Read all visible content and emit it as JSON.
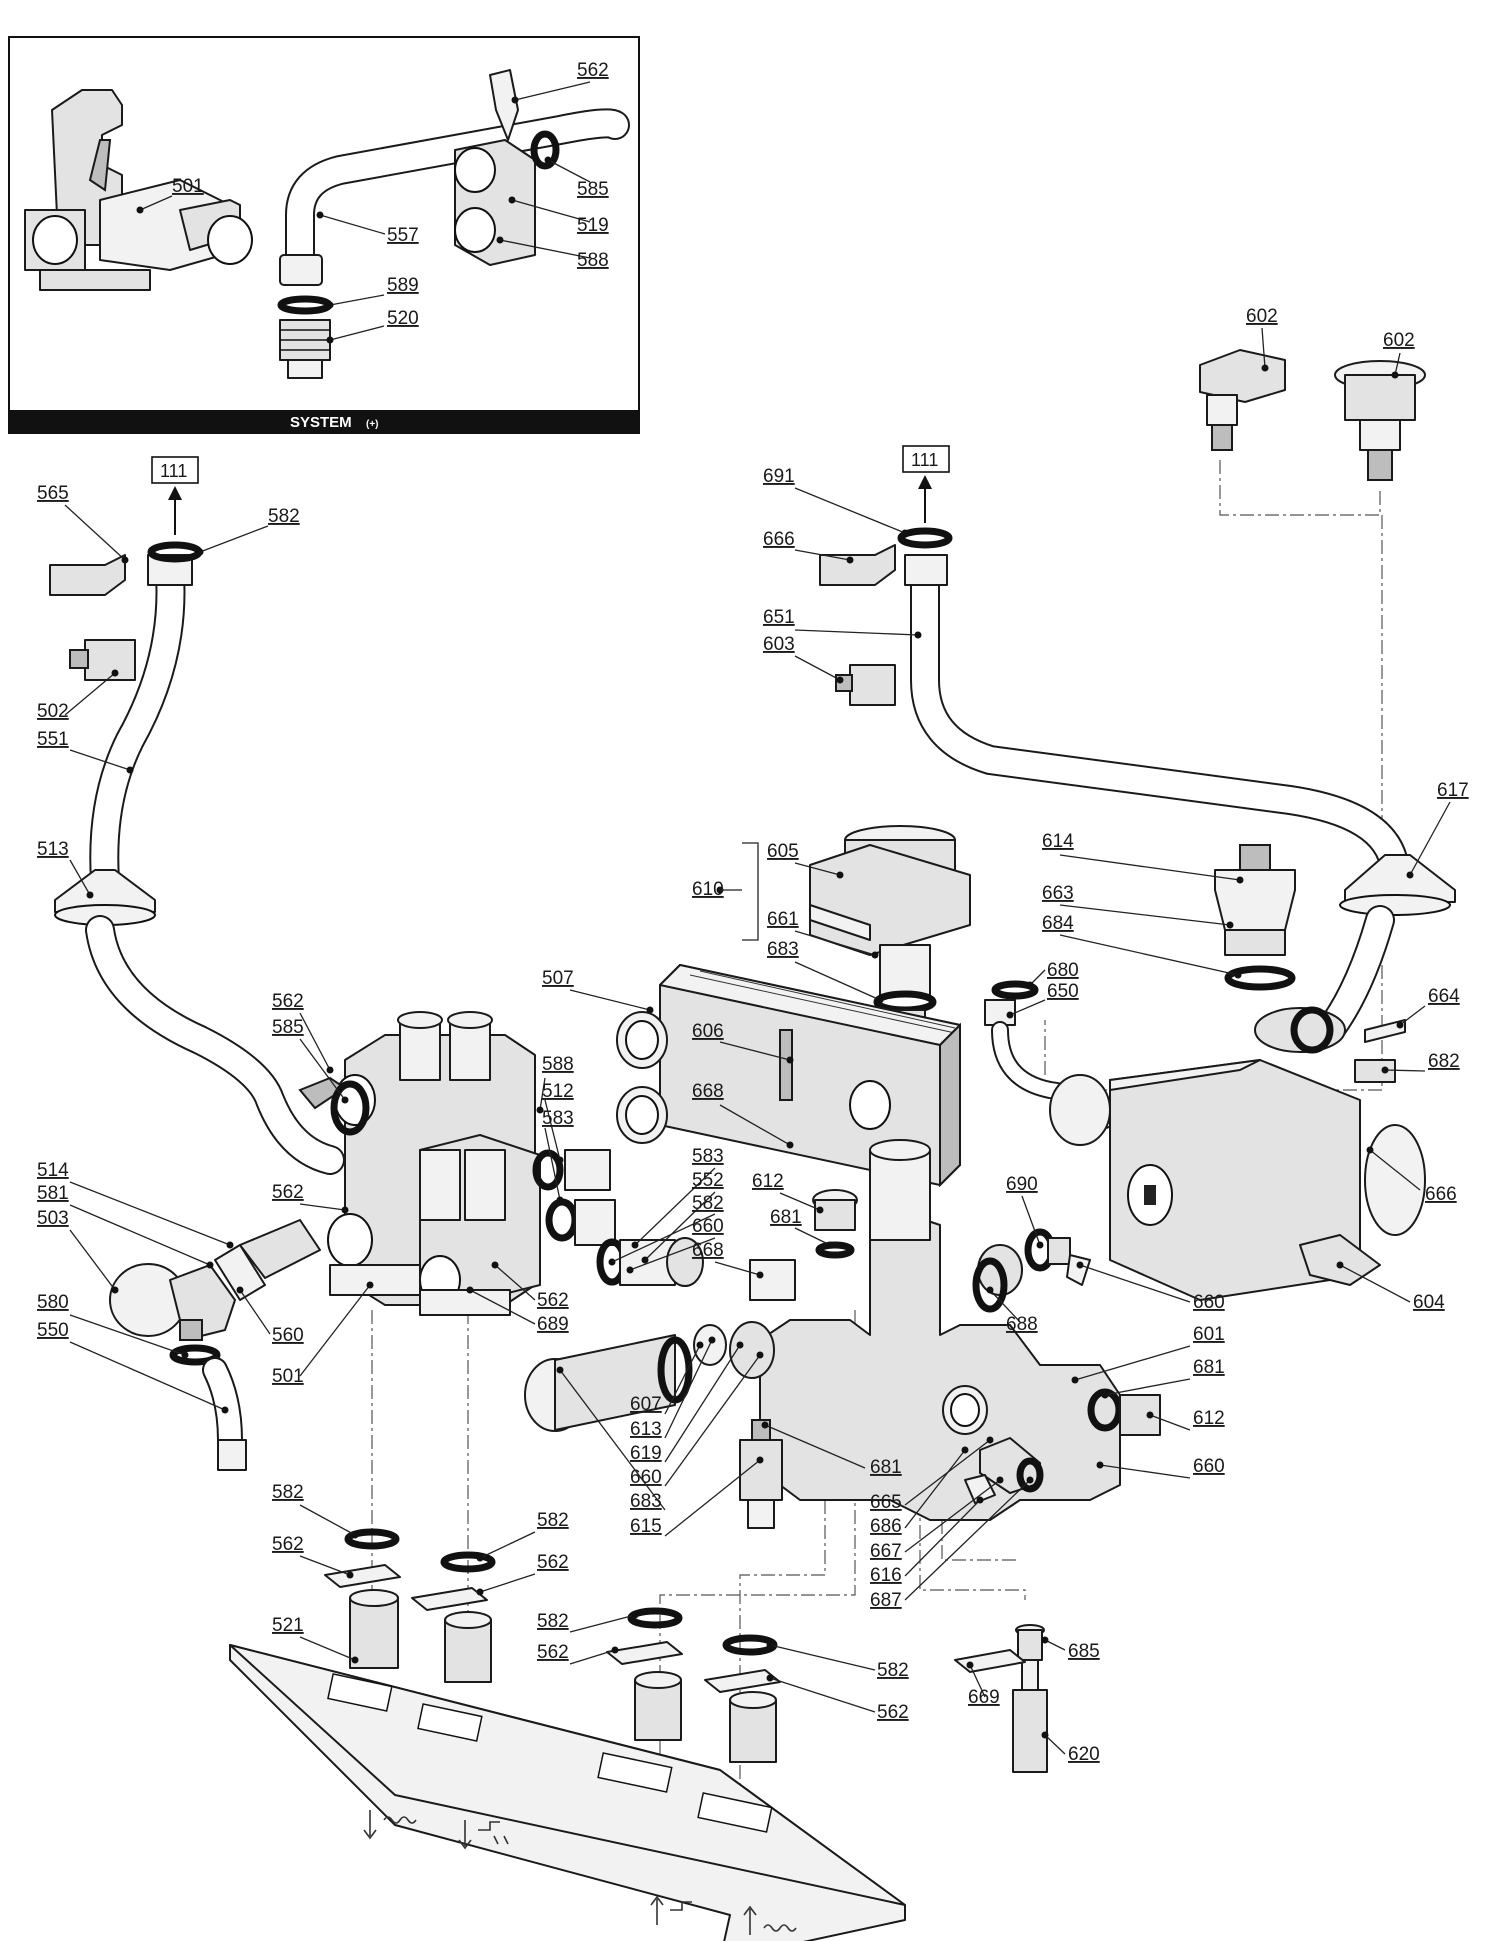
{
  "inset": {
    "banner": "SYSTEM",
    "banner_suffix": "(+)"
  },
  "refs": {
    "top_left": "111",
    "top_right": "111"
  },
  "labels": [
    {
      "id": "l562a",
      "text": "562"
    },
    {
      "id": "l501a",
      "text": "501"
    },
    {
      "id": "l585a",
      "text": "585"
    },
    {
      "id": "l557",
      "text": "557"
    },
    {
      "id": "l519",
      "text": "519"
    },
    {
      "id": "l588a",
      "text": "588"
    },
    {
      "id": "l589",
      "text": "589"
    },
    {
      "id": "l520",
      "text": "520"
    },
    {
      "id": "l602a",
      "text": "602"
    },
    {
      "id": "l602b",
      "text": "602"
    },
    {
      "id": "l565",
      "text": "565"
    },
    {
      "id": "l582a",
      "text": "582"
    },
    {
      "id": "l502",
      "text": "502"
    },
    {
      "id": "l551",
      "text": "551"
    },
    {
      "id": "l513",
      "text": "513"
    },
    {
      "id": "l691",
      "text": "691"
    },
    {
      "id": "l666a",
      "text": "666"
    },
    {
      "id": "l651",
      "text": "651"
    },
    {
      "id": "l603",
      "text": "603"
    },
    {
      "id": "l617",
      "text": "617"
    },
    {
      "id": "l614",
      "text": "614"
    },
    {
      "id": "l663",
      "text": "663"
    },
    {
      "id": "l684",
      "text": "684"
    },
    {
      "id": "l605",
      "text": "605"
    },
    {
      "id": "l610",
      "text": "610"
    },
    {
      "id": "l661",
      "text": "661"
    },
    {
      "id": "l683a",
      "text": "683"
    },
    {
      "id": "l680",
      "text": "680"
    },
    {
      "id": "l650",
      "text": "650"
    },
    {
      "id": "l664",
      "text": "664"
    },
    {
      "id": "l682",
      "text": "682"
    },
    {
      "id": "l507",
      "text": "507"
    },
    {
      "id": "l606",
      "text": "606"
    },
    {
      "id": "l562b",
      "text": "562"
    },
    {
      "id": "l585b",
      "text": "585"
    },
    {
      "id": "l588b",
      "text": "588"
    },
    {
      "id": "l512",
      "text": "512"
    },
    {
      "id": "l583a",
      "text": "583"
    },
    {
      "id": "l668a",
      "text": "668"
    },
    {
      "id": "l666b",
      "text": "666"
    },
    {
      "id": "l514",
      "text": "514"
    },
    {
      "id": "l581",
      "text": "581"
    },
    {
      "id": "l503",
      "text": "503"
    },
    {
      "id": "l562c",
      "text": "562"
    },
    {
      "id": "l583b",
      "text": "583"
    },
    {
      "id": "l552",
      "text": "552"
    },
    {
      "id": "l582b",
      "text": "582"
    },
    {
      "id": "l660a",
      "text": "660"
    },
    {
      "id": "l668b",
      "text": "668"
    },
    {
      "id": "l612a",
      "text": "612"
    },
    {
      "id": "l681a",
      "text": "681"
    },
    {
      "id": "l690",
      "text": "690"
    },
    {
      "id": "l660b",
      "text": "660"
    },
    {
      "id": "l604",
      "text": "604"
    },
    {
      "id": "l688",
      "text": "688"
    },
    {
      "id": "l580",
      "text": "580"
    },
    {
      "id": "l550",
      "text": "550"
    },
    {
      "id": "l560",
      "text": "560"
    },
    {
      "id": "l501b",
      "text": "501"
    },
    {
      "id": "l562d",
      "text": "562"
    },
    {
      "id": "l689",
      "text": "689"
    },
    {
      "id": "l601",
      "text": "601"
    },
    {
      "id": "l681b",
      "text": "681"
    },
    {
      "id": "l612b",
      "text": "612"
    },
    {
      "id": "l660c",
      "text": "660"
    },
    {
      "id": "l607",
      "text": "607"
    },
    {
      "id": "l613",
      "text": "613"
    },
    {
      "id": "l619",
      "text": "619"
    },
    {
      "id": "l660d",
      "text": "660"
    },
    {
      "id": "l683b",
      "text": "683"
    },
    {
      "id": "l615",
      "text": "615"
    },
    {
      "id": "l681c",
      "text": "681"
    },
    {
      "id": "l665",
      "text": "665"
    },
    {
      "id": "l686",
      "text": "686"
    },
    {
      "id": "l667",
      "text": "667"
    },
    {
      "id": "l616",
      "text": "616"
    },
    {
      "id": "l687",
      "text": "687"
    },
    {
      "id": "l582c",
      "text": "582"
    },
    {
      "id": "l562e",
      "text": "562"
    },
    {
      "id": "l582d",
      "text": "582"
    },
    {
      "id": "l562f",
      "text": "562"
    },
    {
      "id": "l521",
      "text": "521"
    },
    {
      "id": "l582e",
      "text": "582"
    },
    {
      "id": "l562g",
      "text": "562"
    },
    {
      "id": "l582f",
      "text": "582"
    },
    {
      "id": "l562h",
      "text": "562"
    },
    {
      "id": "l685",
      "text": "685"
    },
    {
      "id": "l669",
      "text": "669"
    },
    {
      "id": "l620",
      "text": "620"
    }
  ]
}
